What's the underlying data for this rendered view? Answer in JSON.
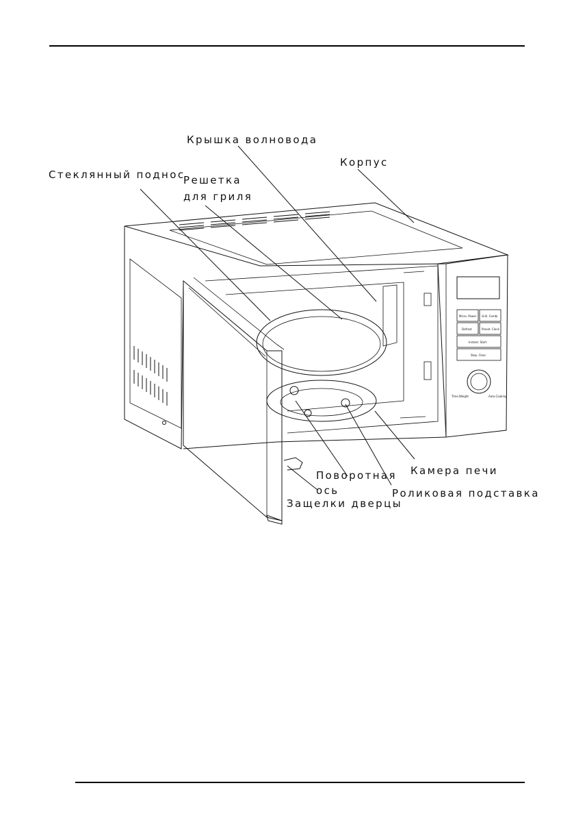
{
  "labels": {
    "waveguide_cover": "Крышка волновода",
    "body": "Корпус",
    "glass_tray": "Стеклянный поднос",
    "grill_rack_line1": "Решетка",
    "grill_rack_line2": "для гриля",
    "turntable_shaft_line1": "Поворотная",
    "turntable_shaft_line2": "ось",
    "door_latches": "Защелки дверцы",
    "oven_cavity": "Камера печи",
    "roller_support": "Роликовая подставка"
  },
  "panel": {
    "buttons": [
      "Micro. Power",
      "Grill. Combi",
      "Defrost",
      "Preset. Clock",
      "Instant. Start",
      "Stop. Clear"
    ],
    "knob_left": "Time.Weight",
    "knob_right": "Auto.Cooking"
  }
}
